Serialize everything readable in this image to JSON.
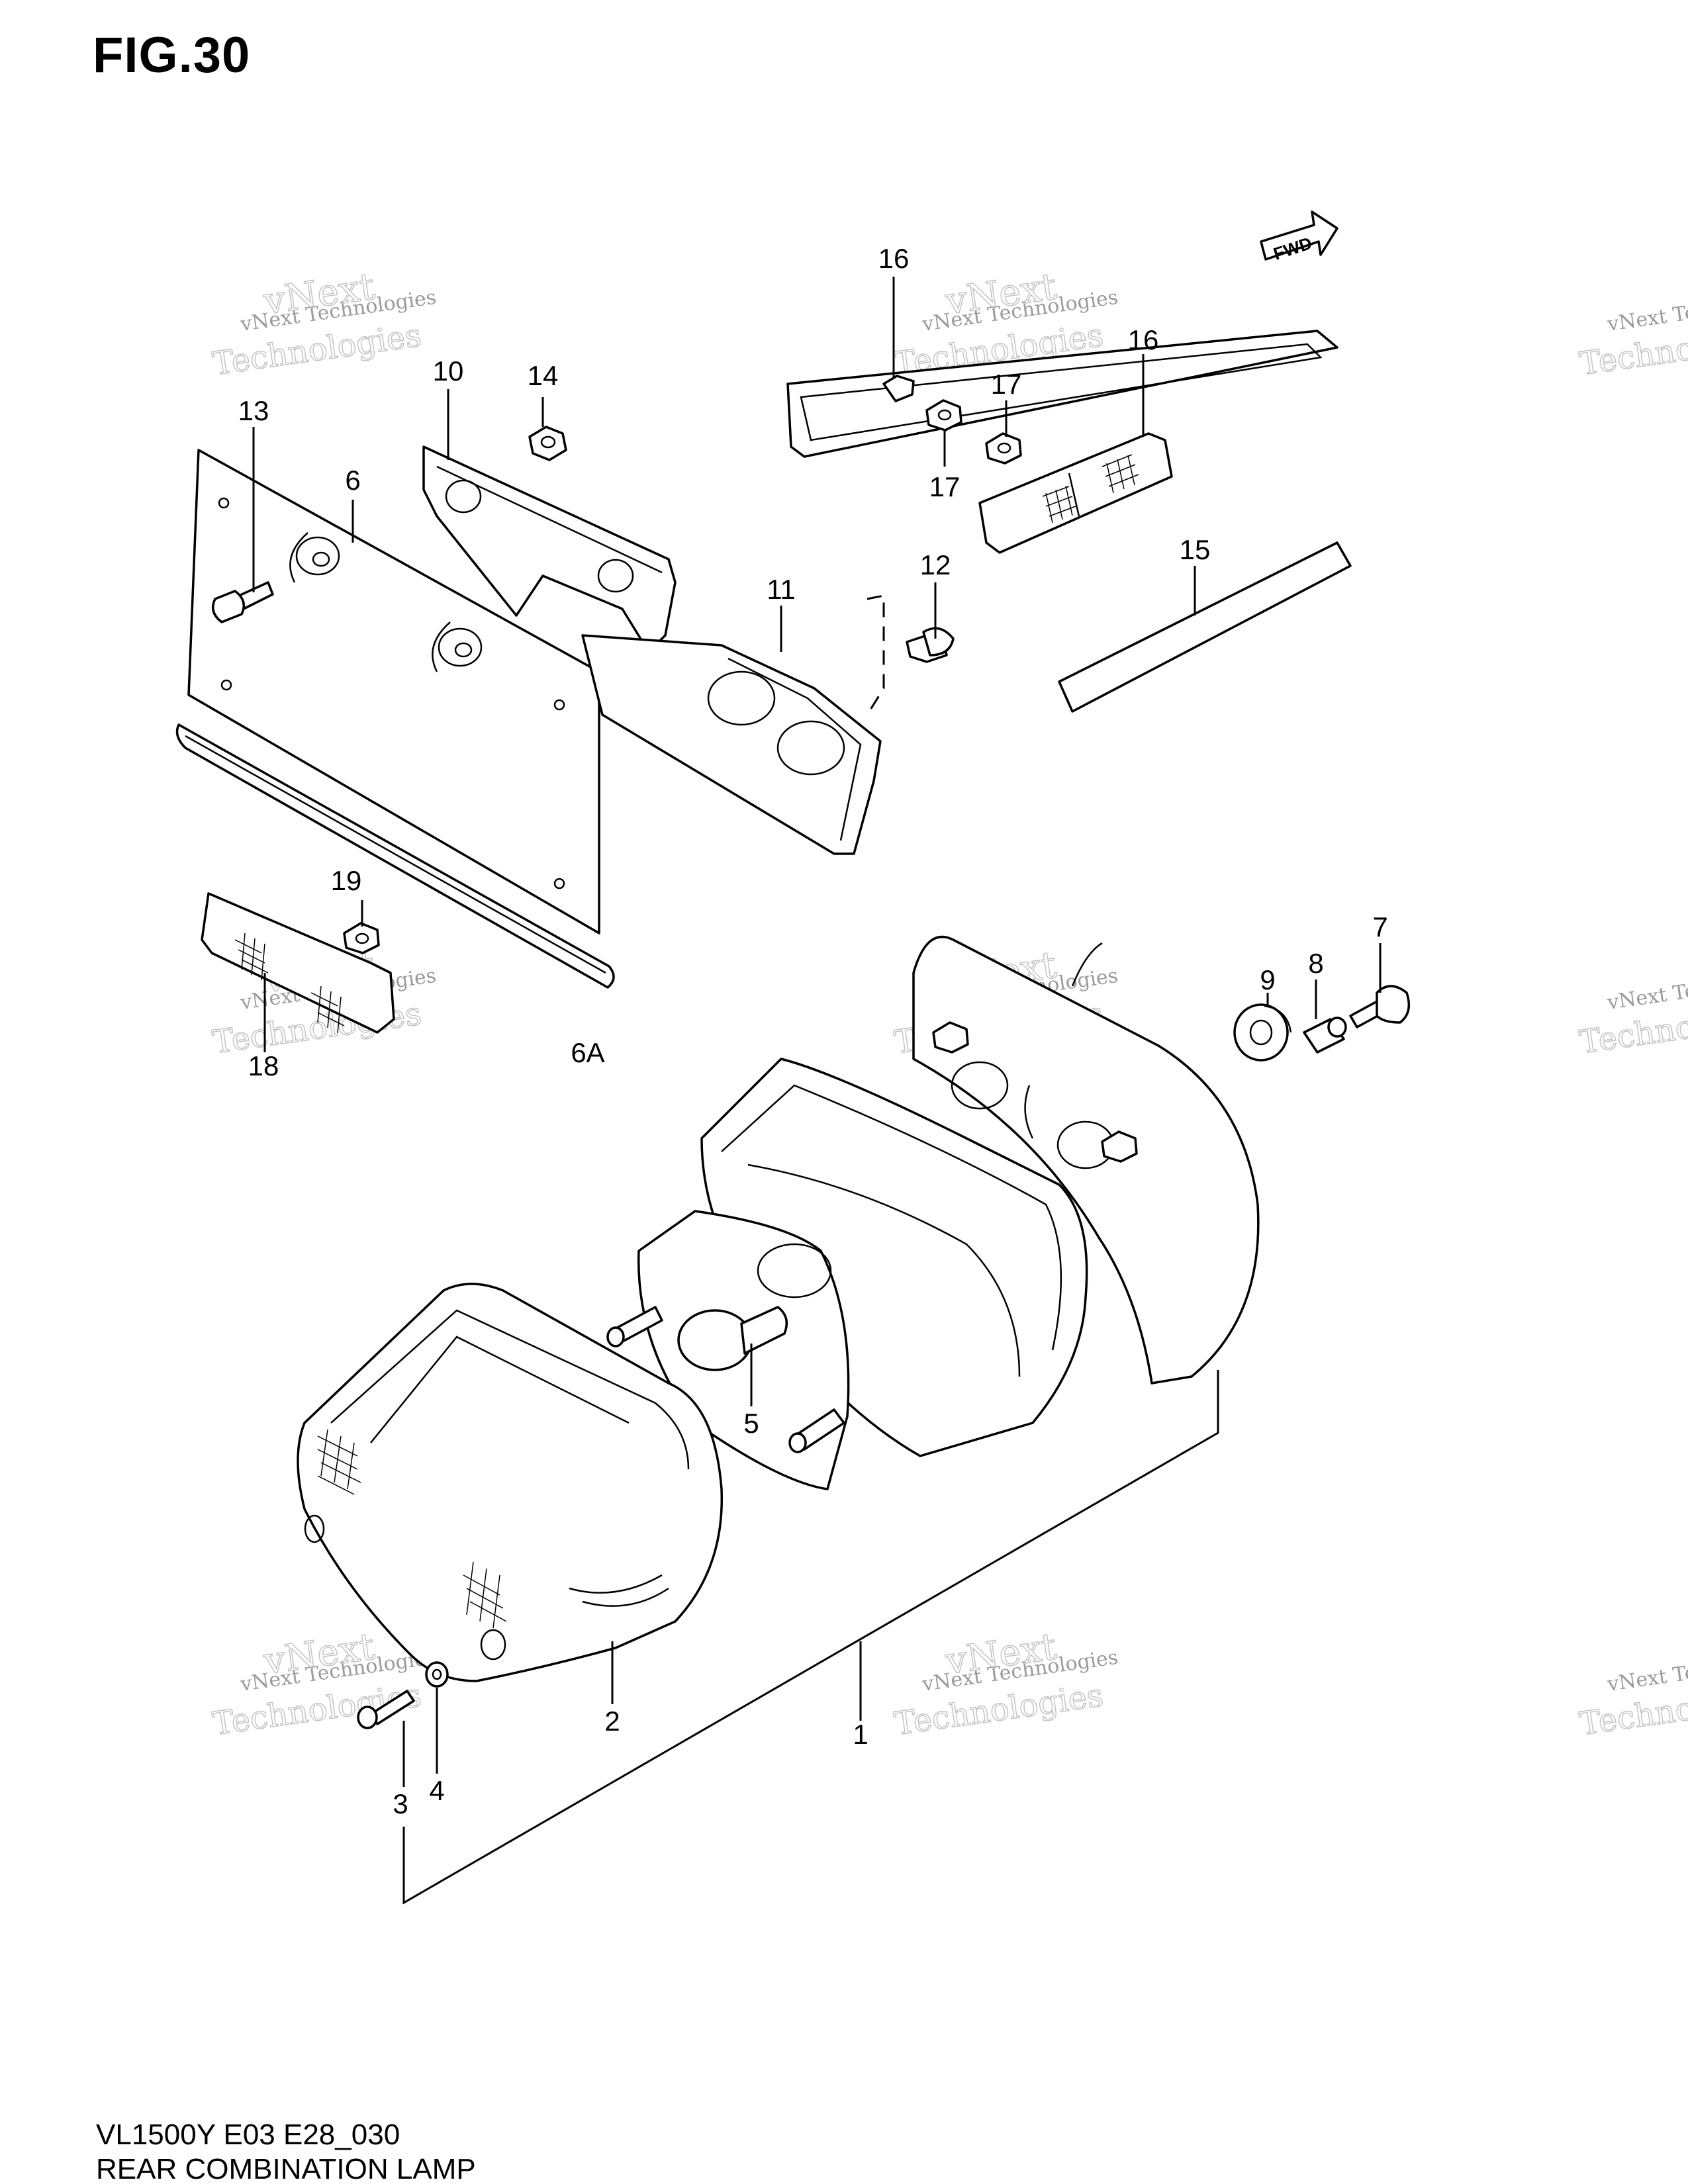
{
  "figure": {
    "title": "FIG.30",
    "fwd_badge": "FWD"
  },
  "footer": {
    "model_code": "VL1500Y E03 E28_030",
    "section_name": "REAR COMBINATION LAMP"
  },
  "watermark": {
    "line1": "vNext",
    "line2": "Technologies",
    "full": "vNext Technologies"
  },
  "callouts": {
    "p1": "1",
    "p2": "2",
    "p3": "3",
    "p4": "4",
    "p5": "5",
    "p6": "6",
    "p6a": "6A",
    "p7": "7",
    "p8": "8",
    "p9": "9",
    "p10": "10",
    "p11": "11",
    "p12": "12",
    "p13": "13",
    "p14": "14",
    "p15": "15",
    "p16a": "16",
    "p16b": "16",
    "p17a": "17",
    "p17b": "17",
    "p18": "18",
    "p19": "19"
  }
}
